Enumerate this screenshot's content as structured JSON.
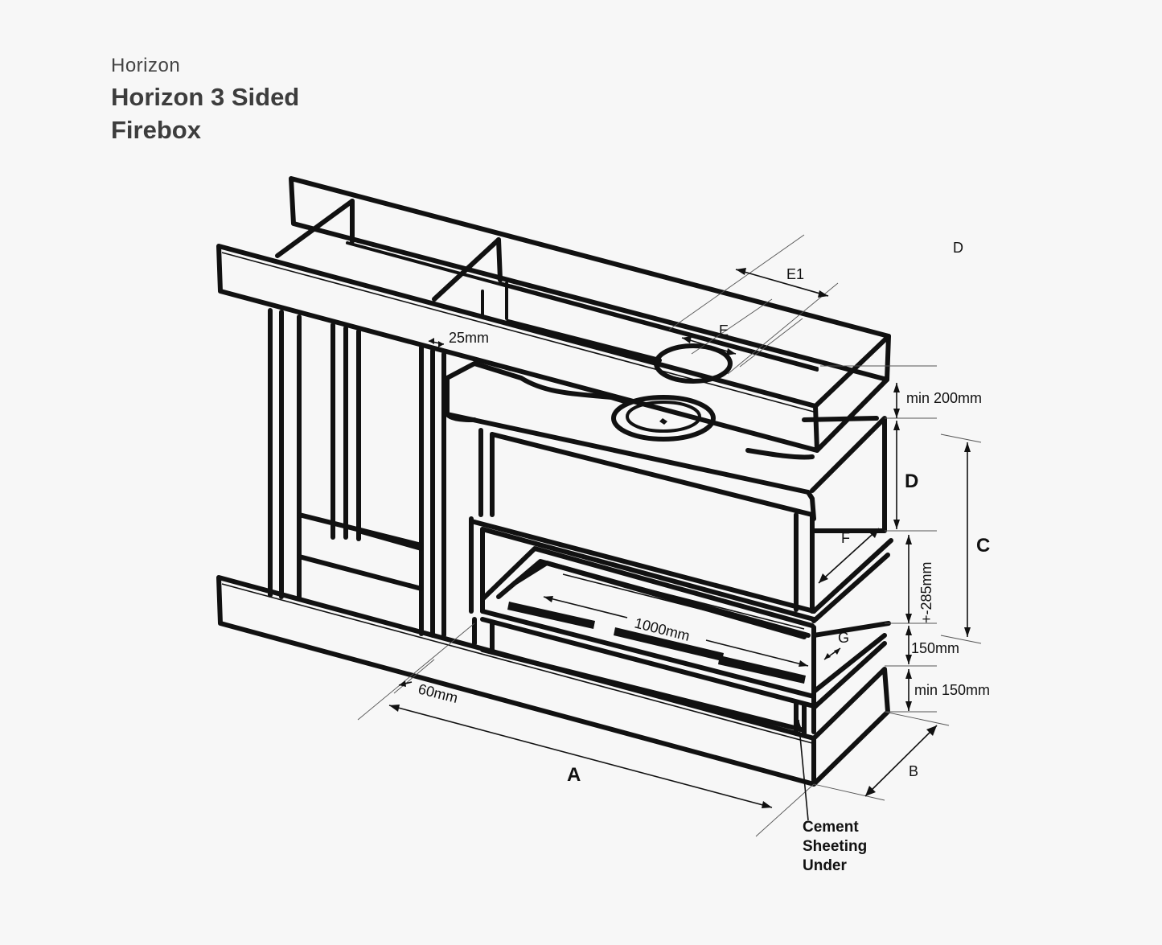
{
  "header": {
    "brand": "Horizon",
    "title_line1": "Horizon 3 Sided",
    "title_line2": "Firebox"
  },
  "labels": {
    "d_small": "D",
    "e1": "E1",
    "e": "E",
    "gap_25": "25mm",
    "min_200": "min 200mm",
    "d": "D",
    "c": "C",
    "f": "F",
    "plus_285": "+-285mm",
    "g": "G",
    "mm_150": "150mm",
    "min_150": "min 150mm",
    "mm_1000": "1000mm",
    "mm_60": "60mm",
    "a": "A",
    "b": "B",
    "cement_1": "Cement",
    "cement_2": "Sheeting",
    "cement_3": "Under"
  }
}
